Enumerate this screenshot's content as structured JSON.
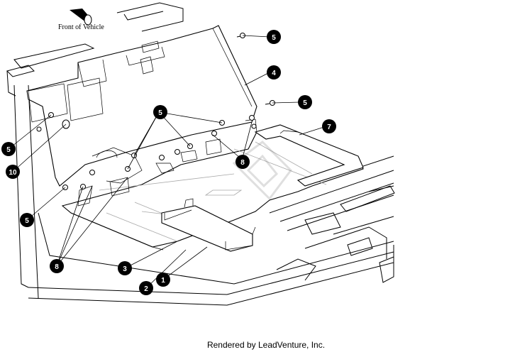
{
  "front_label": "Front of Vehicle",
  "footer": "Rendered by LeadVenture, Inc.",
  "callouts": [
    "1",
    "2",
    "3",
    "4",
    "5",
    "7",
    "8",
    "10"
  ]
}
